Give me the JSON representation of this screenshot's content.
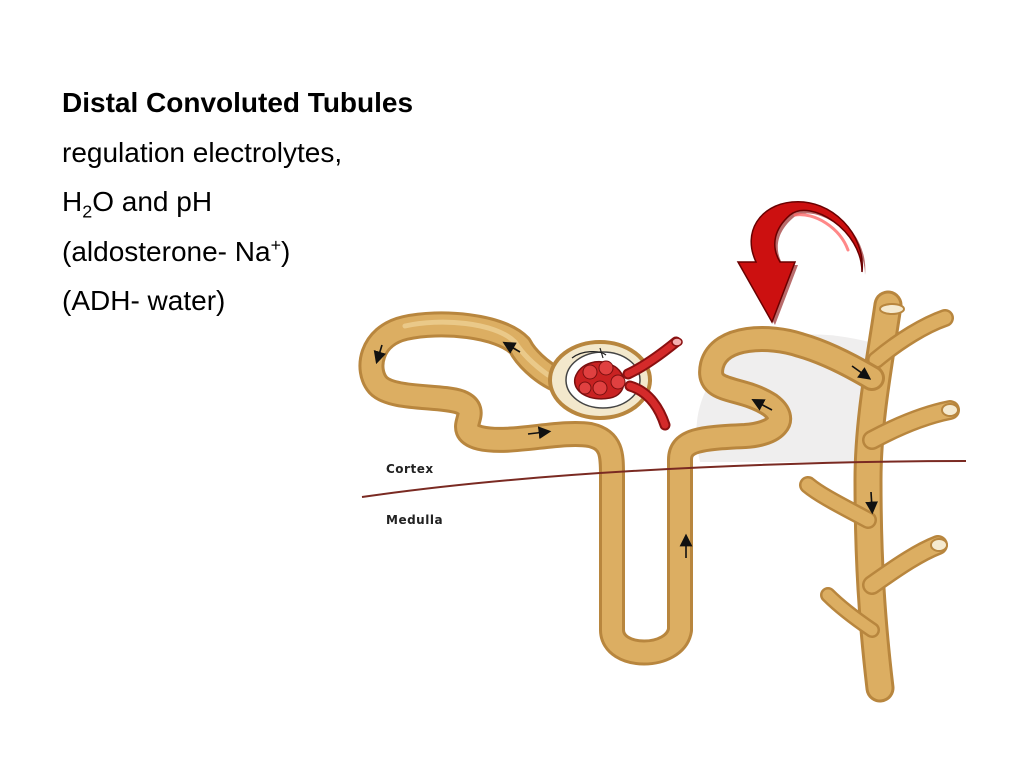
{
  "heading": "Distal Convoluted Tubules",
  "lines": {
    "line1": "regulation electrolytes,",
    "line2_pre": "H",
    "line2_sub": "2",
    "line2_post": "O and pH",
    "line3_pre": "(aldosterone- Na",
    "line3_sup": "+",
    "line3_post": ")",
    "line4": "(ADH- water)"
  },
  "diagram": {
    "cortex_label": "Cortex",
    "medulla_label": "Medulla"
  },
  "colors": {
    "tubule": "#dcae62",
    "tubule_shadow": "#b8863e",
    "blood": "#d42a2a",
    "boundary": "#7a2a22",
    "arrow": "#cc1010"
  }
}
